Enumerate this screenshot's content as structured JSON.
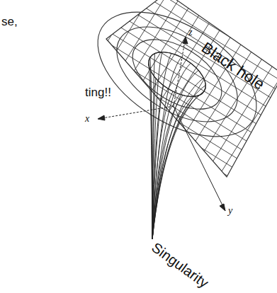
{
  "diagram": {
    "labels": [
      "se,",
      "ting!!",
      "Black hole",
      "Singularity",
      "x",
      "y",
      "z"
    ]
  }
}
